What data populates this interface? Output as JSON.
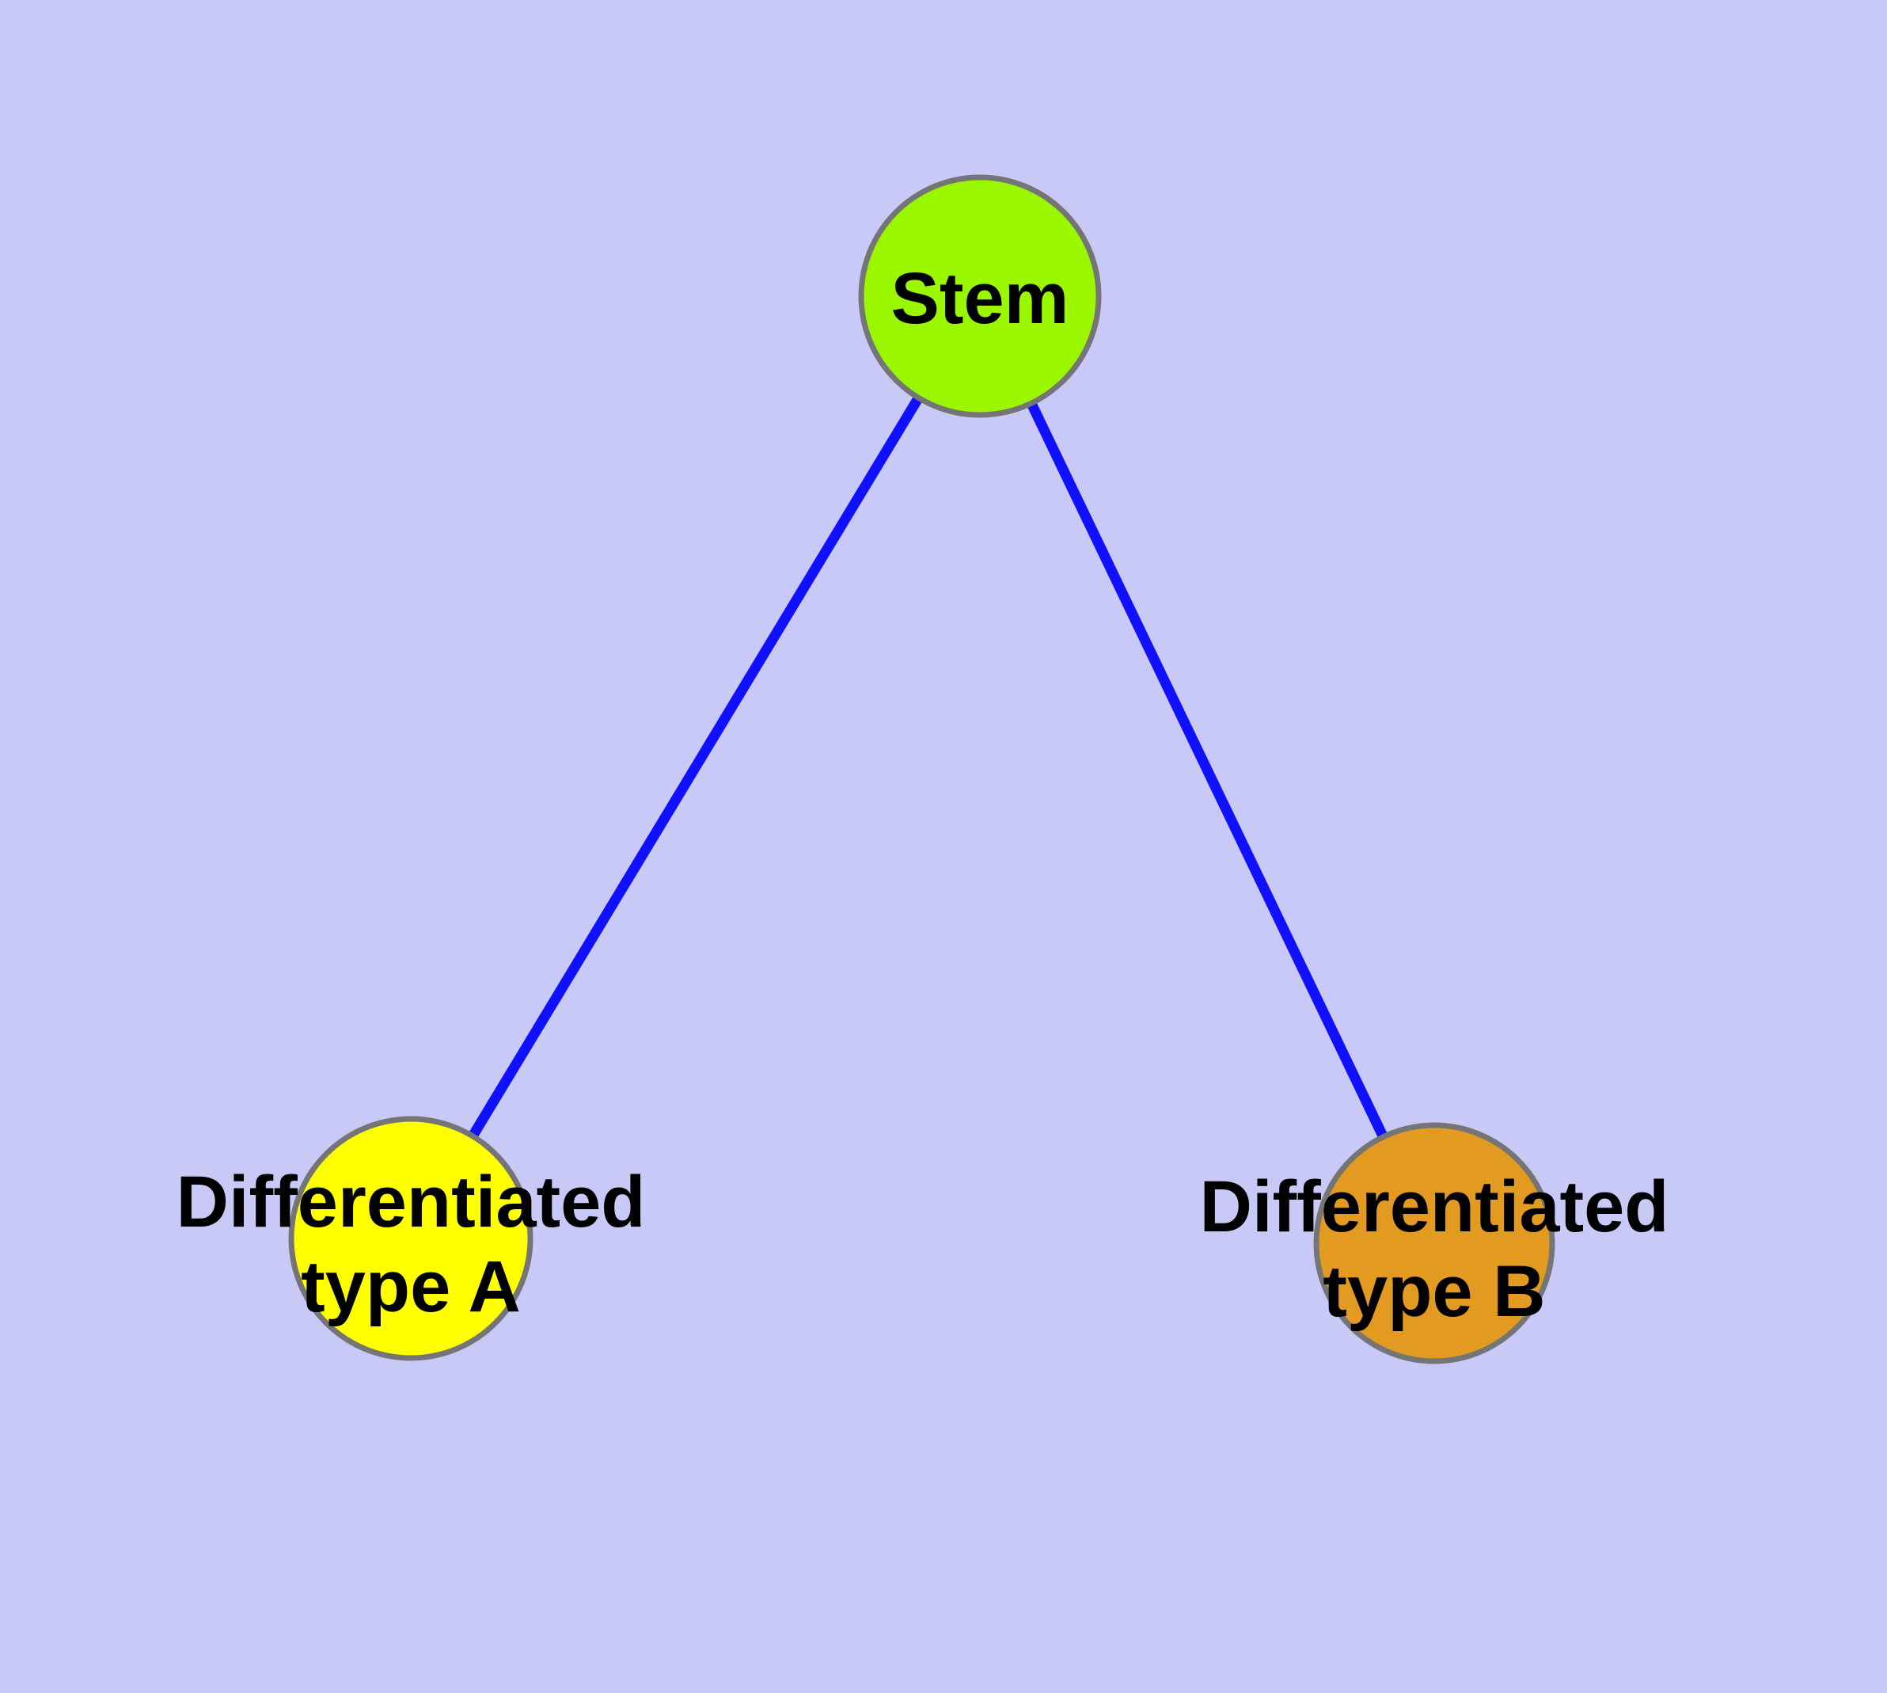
{
  "graph": {
    "type": "node-link-diagram",
    "background_color": "#C9C9F8",
    "edge_color": "#1010FF",
    "node_border_color": "#757575",
    "label_color": "#000000",
    "nodes": {
      "stem": {
        "id": "stem",
        "label": "Stem",
        "fill": "#9BF700"
      },
      "type_a": {
        "id": "type_a",
        "label_lines": [
          "Differentiated",
          "type A"
        ],
        "fill": "#FFFF00"
      },
      "type_b": {
        "id": "type_b",
        "label_lines": [
          "Differentiated",
          "type B"
        ],
        "fill": "#E29B20"
      }
    },
    "edges": [
      {
        "from": "stem",
        "to": "type_a"
      },
      {
        "from": "stem",
        "to": "type_b"
      }
    ]
  }
}
